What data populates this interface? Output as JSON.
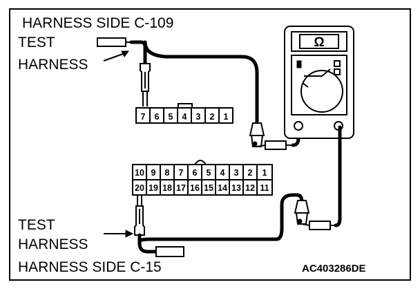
{
  "labels": {
    "top_harness_side": "HARNESS SIDE C-109",
    "top_test_line1": "TEST",
    "top_test_line2": "HARNESS",
    "bottom_test_line1": "TEST",
    "bottom_test_line2": "HARNESS",
    "bottom_harness_side": "HARNESS SIDE C-15",
    "figure_code": "AC403286DE"
  },
  "meter": {
    "symbol": "Ω"
  },
  "connector_c109": {
    "pins": [
      "7",
      "6",
      "5",
      "4",
      "3",
      "2",
      "1"
    ]
  },
  "connector_c15": {
    "row_top": [
      "10",
      "9",
      "8",
      "7",
      "6",
      "5",
      "4",
      "3",
      "2",
      "1"
    ],
    "row_bottom": [
      "20",
      "19",
      "18",
      "17",
      "16",
      "15",
      "14",
      "13",
      "12",
      "11"
    ]
  }
}
